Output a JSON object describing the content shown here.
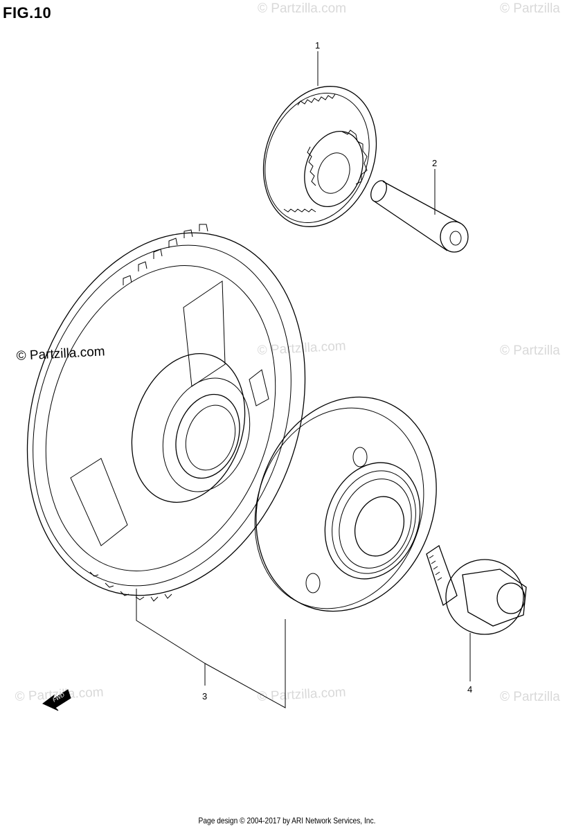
{
  "figure": {
    "title": "FIG.10"
  },
  "callouts": [
    {
      "id": "1",
      "label": "1"
    },
    {
      "id": "2",
      "label": "2"
    },
    {
      "id": "3",
      "label": "3"
    },
    {
      "id": "4",
      "label": "4"
    }
  ],
  "watermark": {
    "text": "© Partzilla.com",
    "partial_text": "© Partzilla"
  },
  "direction_badge": {
    "label": "FWD"
  },
  "footer": {
    "text": "Page design © 2004-2017 by ARI Network Services, Inc."
  }
}
